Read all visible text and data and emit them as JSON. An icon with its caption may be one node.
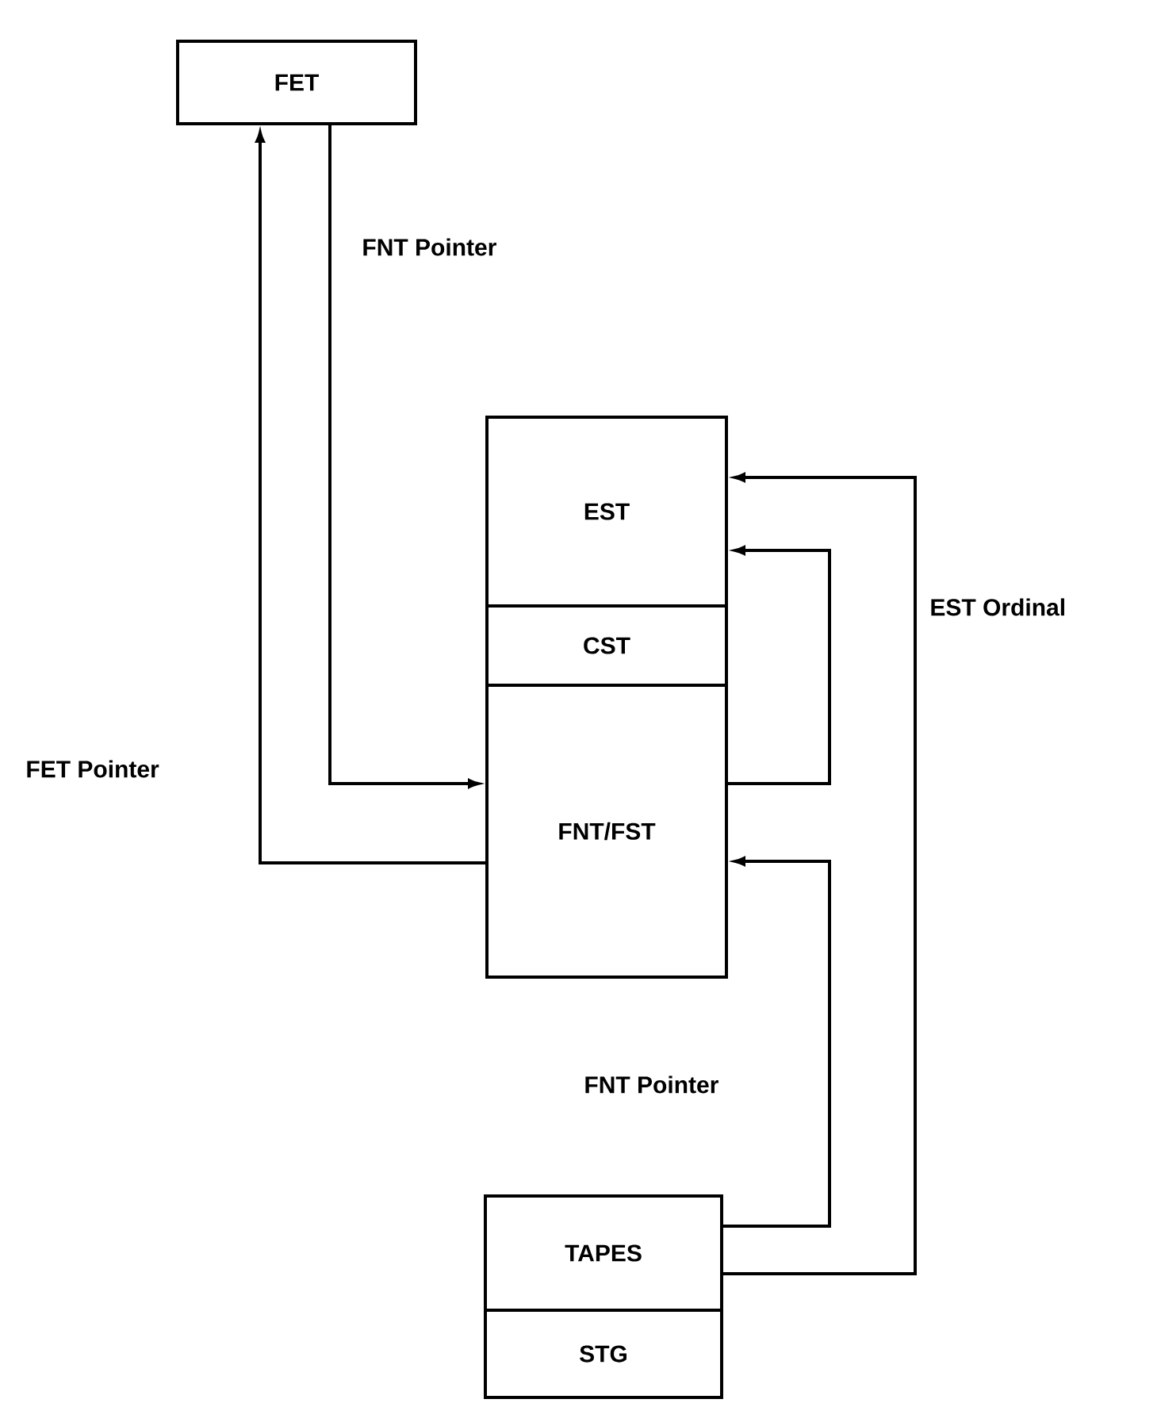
{
  "diagram": {
    "nodes": [
      {
        "text": [
          "FET"
        ]
      },
      {
        "text": [
          "EST"
        ]
      },
      {
        "text": [
          "CST"
        ]
      },
      {
        "text": [
          "FNT/FST"
        ]
      },
      {
        "text": [
          "TAPES"
        ]
      },
      {
        "text": [
          "STG"
        ]
      }
    ],
    "edges": [
      {
        "from": 0,
        "to": 3,
        "arrow": "to",
        "label": "FNT Pointer"
      },
      {
        "from": 3,
        "to": 0,
        "arrow": "to",
        "label": "FET Pointer"
      },
      {
        "from": 3,
        "to": 1,
        "arrow": "to"
      },
      {
        "from": 4,
        "to": 1,
        "arrow": "to",
        "label": "EST Ordinal"
      },
      {
        "from": 4,
        "to": 3,
        "arrow": "to",
        "label": "FNT Pointer"
      }
    ]
  }
}
